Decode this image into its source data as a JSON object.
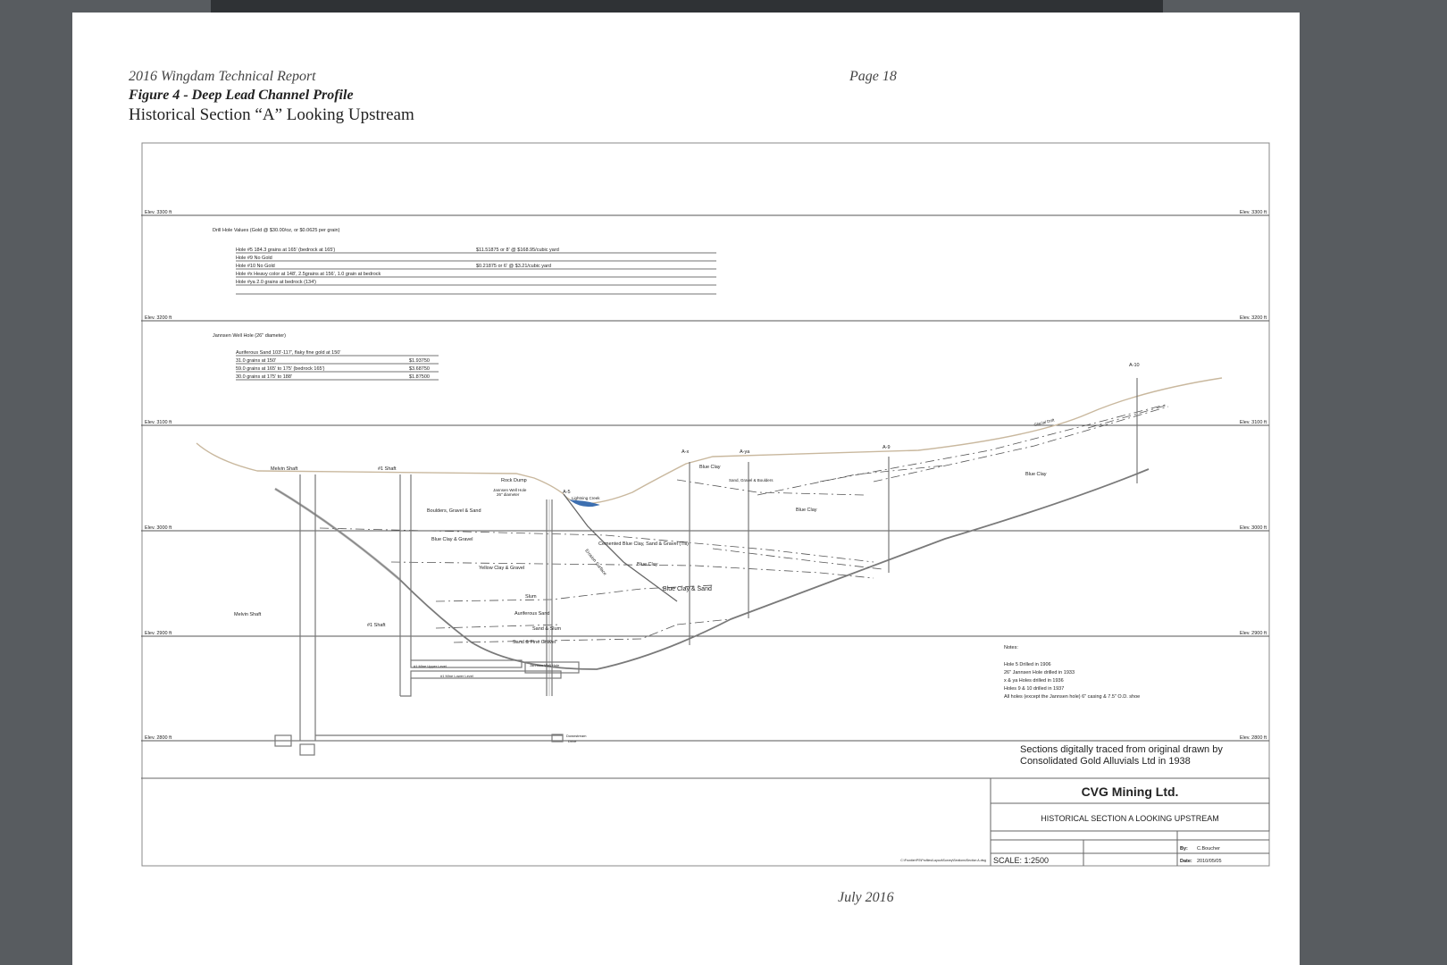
{
  "page": {
    "report_title": "2016 Wingdam Technical Report",
    "page_number": "Page 18",
    "figure_title": "Figure 4 - Deep Lead Channel Profile",
    "section_title": "Historical Section “A” Looking Upstream",
    "footer_date": "July 2016"
  },
  "elevations": [
    {
      "label": "Elev. 3300 ft",
      "label_right": "Elev. 3300 ft"
    },
    {
      "label": "Elev. 3200 ft",
      "label_right": "Elev. 3200 ft"
    },
    {
      "label": "Elev. 3100 ft",
      "label_right": "Elev. 3100 ft"
    },
    {
      "label": "Elev. 3000 ft",
      "label_right": "Elev. 3000 ft"
    },
    {
      "label": "Elev. 2900 ft",
      "label_right": "Elev. 2900 ft"
    },
    {
      "label": "Elev. 2800 ft",
      "label_right": "Elev. 2800 ft"
    }
  ],
  "drill_values": {
    "title": "Drill Hole Values  (Gold @ $30.00/oz, or $0.0625 per grain)",
    "rows": [
      {
        "text": "Hole #5  184.3 grains at 165' (bedrock at 165')",
        "value": "$11.51875  or 8' @ $168.95/cubic yard"
      },
      {
        "text": "Hole #9  No Gold",
        "value": ""
      },
      {
        "text": "Hole #10 No Gold",
        "value": "$0.21875  or 6' @ $3.21/cubic yard"
      },
      {
        "text": "Hole #x  Heavy color at 148', 2.5grains at 156', 1.0 grain at bedrock",
        "value": ""
      },
      {
        "text": "Hole #ya 2.0 grains at bedrock (134')",
        "value": ""
      }
    ]
  },
  "jannsen": {
    "title": "Jannsen Well Hole  (26\" diameter)",
    "rows": [
      {
        "text": "Auriferous Sand 103'-117', flaky fine gold at 150'",
        "value": ""
      },
      {
        "text": "31.0 grains at 150'",
        "value": "$1.93750"
      },
      {
        "text": "59.0 grains at 165' to 175' (bedrock 165')",
        "value": "$3.68750"
      },
      {
        "text": "30.0 grains at 175' to 188'",
        "value": "$1.87500"
      }
    ]
  },
  "labels": {
    "melvin_shaft_top": "Melvin Shaft",
    "shaft1_top": "#1 Shaft",
    "rock_dump": "Rock Dump",
    "jannsen_hole": "Jannsen Well Hole",
    "jannsen_diam": "26\" diameter",
    "a5": "A-5",
    "lightning_creek": "Lightning Creek",
    "ax": "A-x",
    "aya": "A-ya",
    "a9": "A-9",
    "a10": "A-10",
    "glacial_drift": "Glacial Drift",
    "blue_clay_1": "Blue Clay",
    "sand_gravel_boulders": "Sand, Gravel & Boulders",
    "blue_clay_2": "Blue Clay",
    "blue_clay_3": "Blue Clay",
    "boulders_gravel_sand": "Boulders, Gravel & Sand",
    "blue_clay_gravel": "Blue Clay & Gravel",
    "cemented": "Cemented Blue Clay, Sand & Gravel (Till)",
    "blue_clay_4": "Blue Clay",
    "yellow_clay": "Yellow Clay & Gravel",
    "erosion_surface": "Erosion Surface",
    "blue_clay_sand": "Blue Clay & Sand",
    "slum": "Slum",
    "auriferous_sand": "Auriferous Sand",
    "sand_slum": "Sand & Slum",
    "sand_fine_gravel": "Sand & Fine Gravel",
    "melvin_shaft_low": "Melvin Shaft",
    "shaft1_low": "#1 Shaft",
    "mine_upper": "#1 Mine Upper Level",
    "mine_lower": "#1 Mine Lower Level",
    "jannsen_low": "Jannsen Well Hole",
    "downstream_drive_1": "Downstream",
    "downstream_drive_2": "Drive"
  },
  "notes": {
    "title": "Notes:",
    "lines": [
      "Hole 5 Drilled in 1906",
      "26\" Jannsen Hole drilled in 1933",
      "x & ya Holes drilled in 1936",
      "Holes 9 & 10 drilled in 1937",
      "All holes (except the Jannsen hole) 6\" casing  & 7.5\" O.D. shoe"
    ]
  },
  "trace_note": {
    "line1": "Sections digitally traced from original drawn by",
    "line2": "Consolidated Gold Alluvials Ltd in 1938"
  },
  "title_block": {
    "company": "CVG Mining Ltd.",
    "title": "HISTORICAL SECTION A LOOKING UPSTREAM",
    "file_path": "C:\\Frontier\\PS\\Profiles\\Layout\\Survey\\Sections\\Section A.dwg",
    "scale": "SCALE: 1:2500",
    "by_label": "By:",
    "by_value": "C.Boucher",
    "date_label": "Date:",
    "date_value": "2010/05/05"
  },
  "colors": {
    "ground_surface": "#c9b89e",
    "water": "#3d6fb0",
    "bedrock": "#7a7a7a",
    "background": "#585c60"
  }
}
